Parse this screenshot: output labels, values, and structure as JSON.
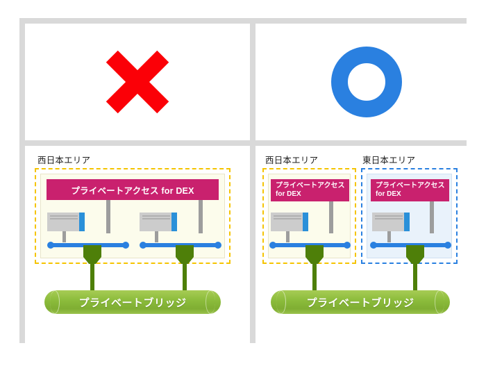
{
  "figure": {
    "type": "diagram",
    "title": "Private Access for DEX — supported vs unsupported private bridge topology"
  },
  "layout": {
    "rows": 2,
    "columns": 2,
    "grid_border_color": "#d9d9d9",
    "cell_background": "#ffffff"
  },
  "colors": {
    "ng_mark": "#fb0007",
    "ok_mark": "#2a80e0",
    "service_banner": "#c9216e",
    "west_area_border": "#f5c400",
    "west_area_fill": "#fcfcec",
    "east_area_border": "#2a80e0",
    "east_area_fill": "#e9f2fb",
    "bus": "#2a80e0",
    "connector": "#4e7f09",
    "bridge": "#8cbc3c",
    "device_body": "#cccccc",
    "device_stripe": "#2a90d9",
    "pole": "#9d9d9d"
  },
  "cells": {
    "top_left": {
      "mark": "cross-mark",
      "meaning": "NG / not supported"
    },
    "top_right": {
      "mark": "circle-mark",
      "meaning": "OK / supported"
    },
    "bottom_left": {
      "areas": [
        {
          "id": "west",
          "label": "西日本エリア",
          "border_style": "dashed",
          "services": [
            {
              "label": "プライベートアクセス for DEX"
            }
          ],
          "service_count": 1,
          "buses": 2,
          "devices": 2,
          "bridge_connectors": 2
        }
      ],
      "bridge": {
        "label": "プライベートブリッジ"
      }
    },
    "bottom_right": {
      "areas": [
        {
          "id": "west",
          "label": "西日本エリア",
          "border_style": "dashed",
          "services": [
            {
              "line1": "プライベートアクセス",
              "line2": "for DEX"
            }
          ],
          "service_count": 1,
          "buses": 1,
          "devices": 1,
          "bridge_connectors": 1
        },
        {
          "id": "east",
          "label": "東日本エリア",
          "border_style": "dashed",
          "services": [
            {
              "line1": "プライベートアクセス",
              "line2": "for DEX"
            }
          ],
          "service_count": 1,
          "buses": 1,
          "devices": 1,
          "bridge_connectors": 1
        }
      ],
      "bridge": {
        "label": "プライベートブリッジ"
      }
    }
  }
}
